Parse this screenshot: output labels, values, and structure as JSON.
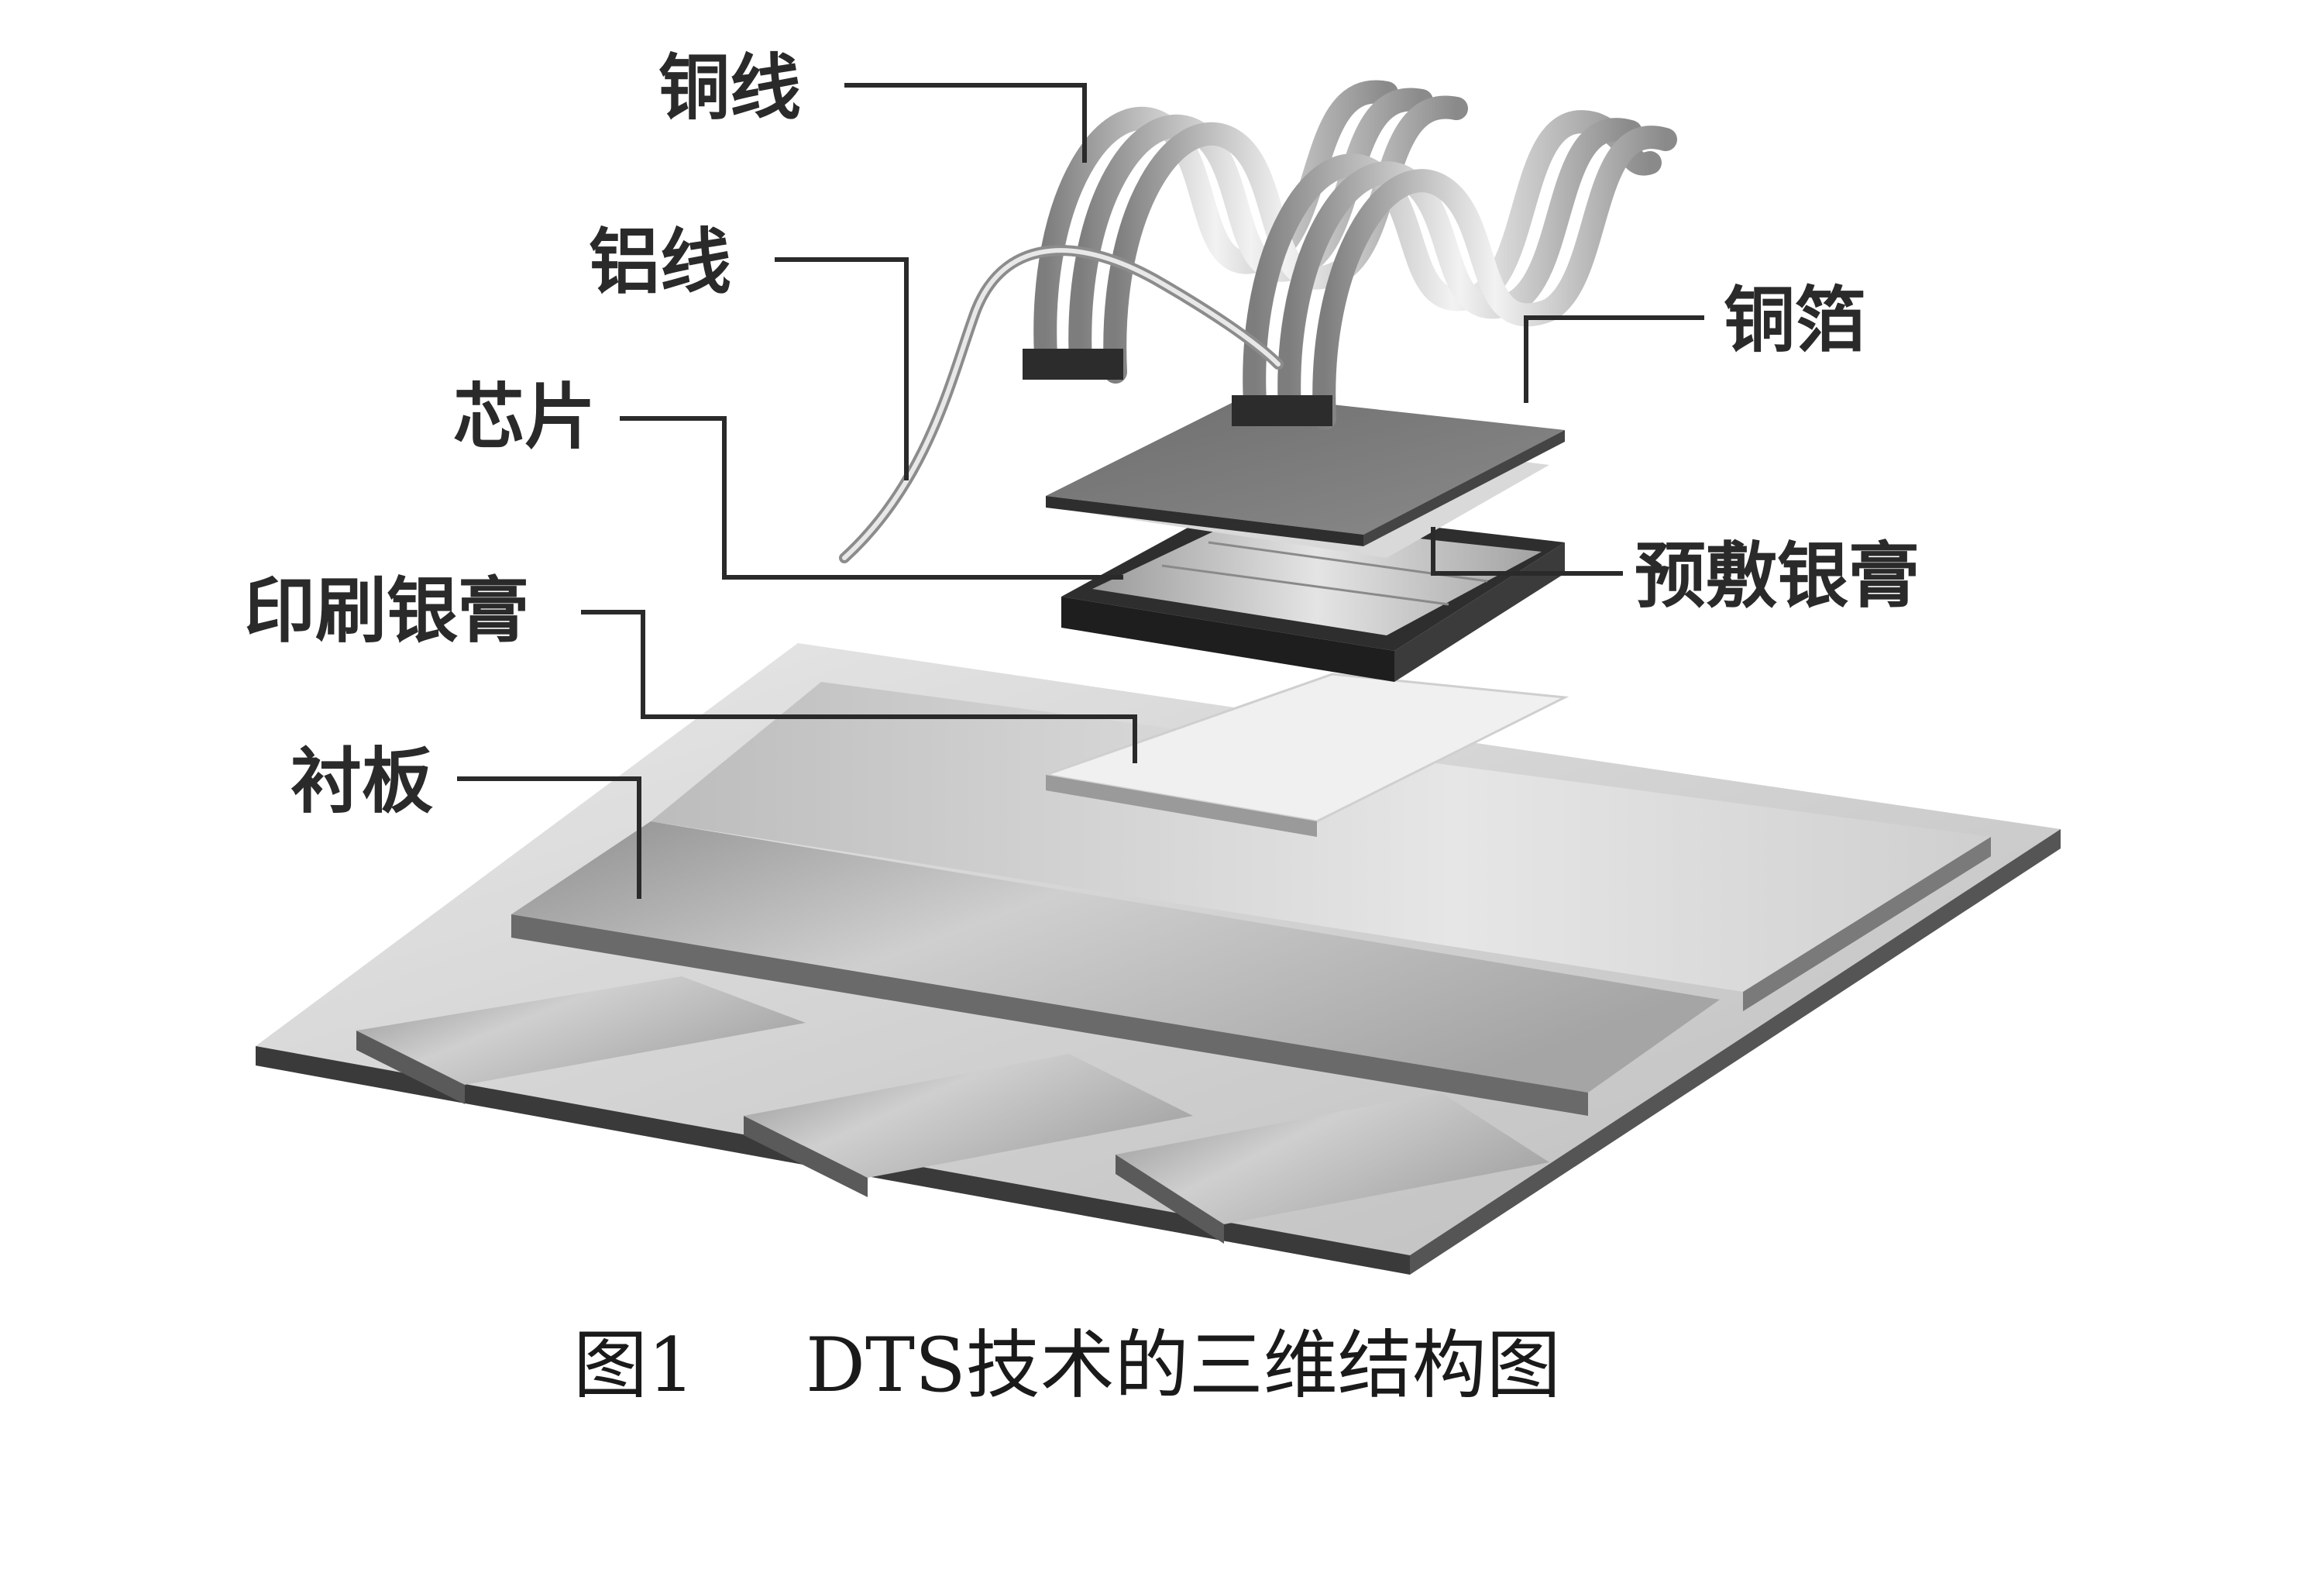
{
  "labels": {
    "copper_wire": "铜线",
    "aluminum_wire": "铝线",
    "chip": "芯片",
    "printed_silver_paste": "印刷银膏",
    "substrate": "衬板",
    "copper_foil": "铜箔",
    "pre_applied_silver_paste": "预敷银膏"
  },
  "caption": {
    "figure_number": "图1",
    "title": "DTS技术的三维结构图"
  }
}
